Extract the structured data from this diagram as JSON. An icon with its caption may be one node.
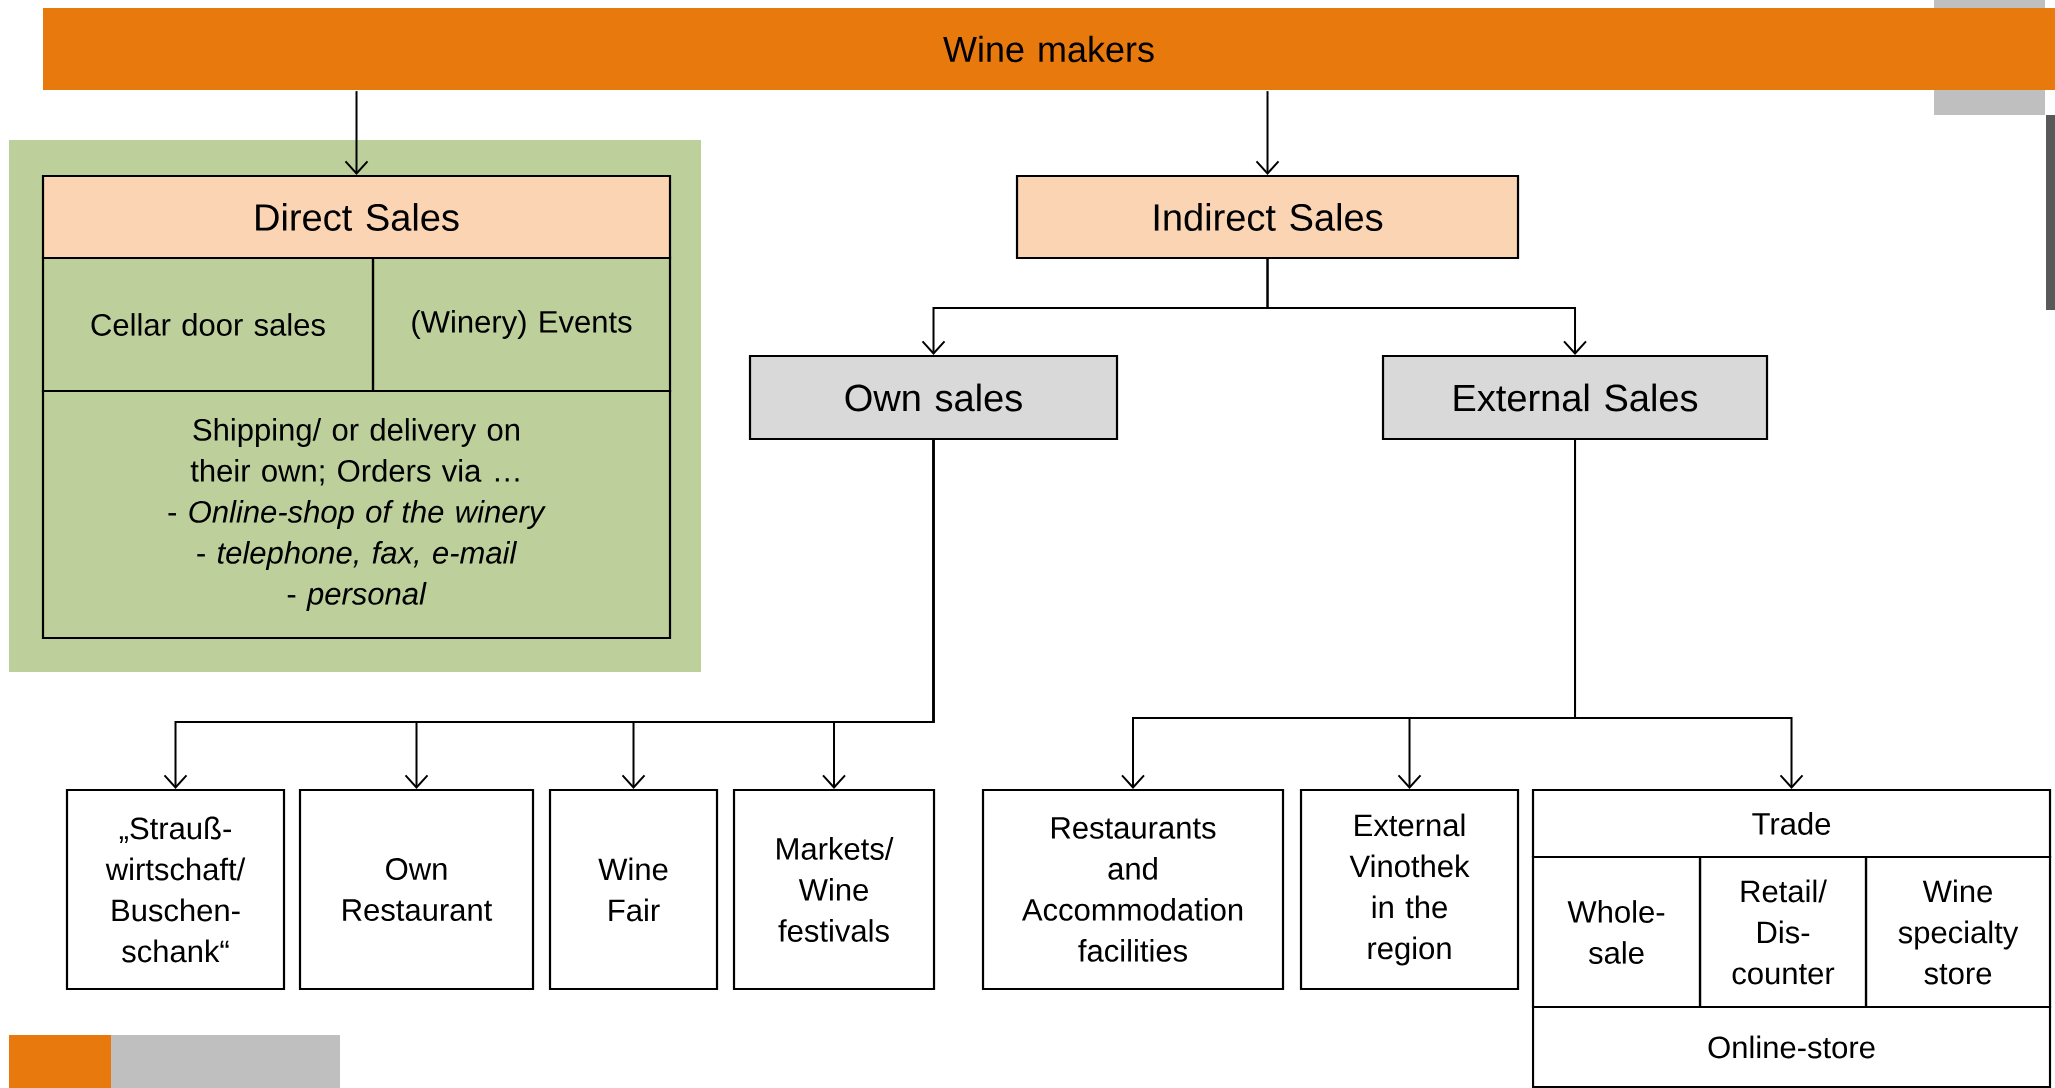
{
  "diagram": {
    "nodes": [
      {
        "text": [
          "Wine makers"
        ]
      },
      {
        "text": [
          "Direct Sales"
        ]
      },
      {
        "text": [
          "Cellar door sales"
        ]
      },
      {
        "text": [
          "(Winery) Events"
        ]
      },
      {
        "text": [
          "Shipping/ or delivery on their own; Orders via …",
          "- *Online-shop of the winery*",
          "- *telephone, fax, e-mail*",
          "- *personal*"
        ]
      },
      {
        "text": [
          "Indirect Sales"
        ]
      },
      {
        "text": [
          "Own sales"
        ]
      },
      {
        "text": [
          "External Sales"
        ]
      },
      {
        "text": [
          "„Strauß- wirtschaft/ Buschen- schank“"
        ]
      },
      {
        "text": [
          "Own Restaurant"
        ]
      },
      {
        "text": [
          "Wine Fair"
        ]
      },
      {
        "text": [
          "Markets/ Wine festivals"
        ]
      },
      {
        "text": [
          "Restaurants and Accommodation facilities"
        ]
      },
      {
        "text": [
          "External Vinothek in the region"
        ]
      },
      {
        "text": [
          "Trade"
        ]
      },
      {
        "text": [
          "Whole- sale"
        ]
      },
      {
        "text": [
          "Retail/ Dis- counter"
        ]
      },
      {
        "text": [
          "Wine specialty store"
        ]
      },
      {
        "text": [
          "Online-store"
        ]
      }
    ],
    "edges": [
      {
        "from": 0,
        "to": 1,
        "arrow": "to"
      },
      {
        "from": 0,
        "to": 5,
        "arrow": "to"
      },
      {
        "from": 5,
        "to": 6,
        "arrow": "to"
      },
      {
        "from": 5,
        "to": 7,
        "arrow": "to"
      },
      {
        "from": 6,
        "to": 8,
        "arrow": "to"
      },
      {
        "from": 6,
        "to": 9,
        "arrow": "to"
      },
      {
        "from": 6,
        "to": 10,
        "arrow": "to"
      },
      {
        "from": 6,
        "to": 11,
        "arrow": "to"
      },
      {
        "from": 7,
        "to": 12,
        "arrow": "to"
      },
      {
        "from": 7,
        "to": 13,
        "arrow": "to"
      },
      {
        "from": 7,
        "to": 14,
        "arrow": "to"
      }
    ]
  }
}
